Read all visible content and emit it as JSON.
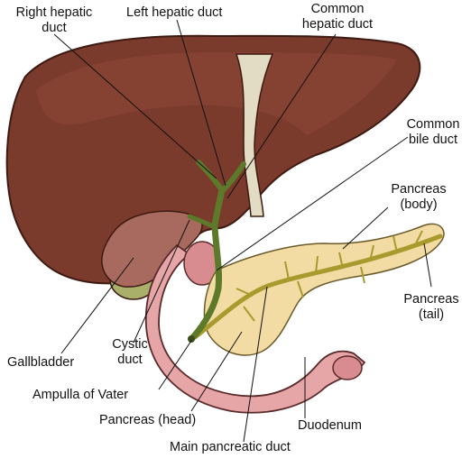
{
  "labels": {
    "right_hepatic_duct": [
      "Right hepatic",
      "duct"
    ],
    "left_hepatic_duct": "Left hepatic duct",
    "common_hepatic_duct": [
      "Common",
      "hepatic duct"
    ],
    "common_bile_duct": [
      "Common",
      "bile duct"
    ],
    "pancreas_body": [
      "Pancreas",
      "(body)"
    ],
    "pancreas_tail": [
      "Pancreas",
      "(tail)"
    ],
    "gallbladder": "Gallbladder",
    "cystic_duct": [
      "Cystic",
      "duct"
    ],
    "ampulla_of_vater": "Ampulla of Vater",
    "pancreas_head": "Pancreas (head)",
    "duodenum": "Duodenum",
    "main_pancreatic_duct": "Main pancreatic duct"
  },
  "colors": {
    "liver": "#7a3a2c",
    "liver_edge": "#3d1a12",
    "ligament": "#e3dcc4",
    "duct": "#5d7a2a",
    "pancreas": "#f2dca4",
    "pancreatic_duct": "#a99a2e",
    "duodenum": "#e6a6a8",
    "gallbladder": "#a8b06a",
    "leader": "#111111"
  }
}
